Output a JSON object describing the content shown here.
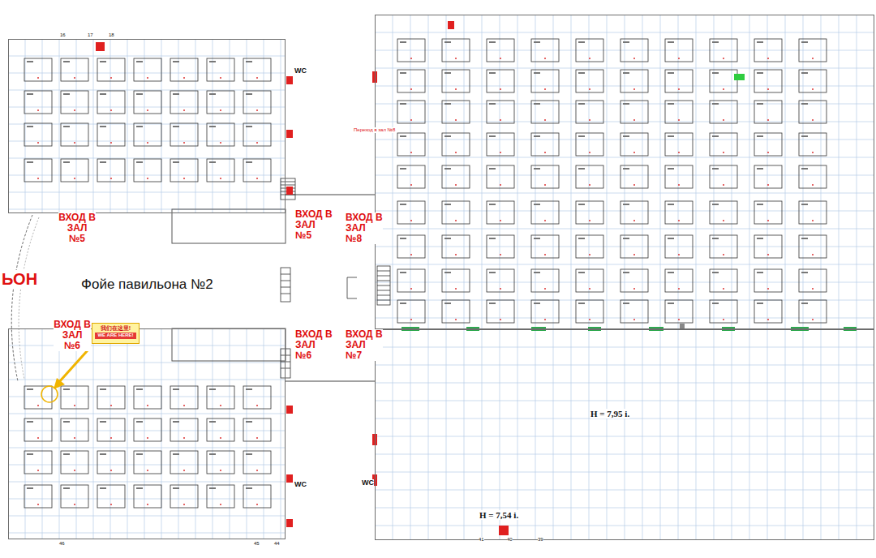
{
  "diagram": {
    "nodes": [
      {
        "text": [
          "WC"
        ]
      },
      {
        "text": [
          "Переход в зал №8"
        ]
      },
      {
        "text": [
          "我们在这里!",
          "WE ARE HERE!"
        ]
      },
      {
        "text": [
          "WC"
        ]
      },
      {
        "text": [
          "H = 7,95 i.",
          "WC",
          "H = 7,54 i."
        ]
      }
    ],
    "labels": [
      "16",
      "17",
      "18",
      "ВХОД В ЗАЛ №5",
      "ВХОД В ЗАЛ №5",
      "ВХОД В ЗАЛ №8",
      "ЬОН",
      "Фойе павильона №2",
      "ВХОД В ЗАЛ №6",
      "ВХОД В ЗАЛ №6",
      "ВХОД В ЗАЛ №7",
      "46",
      "45",
      "44",
      "41",
      "40",
      "39"
    ]
  }
}
